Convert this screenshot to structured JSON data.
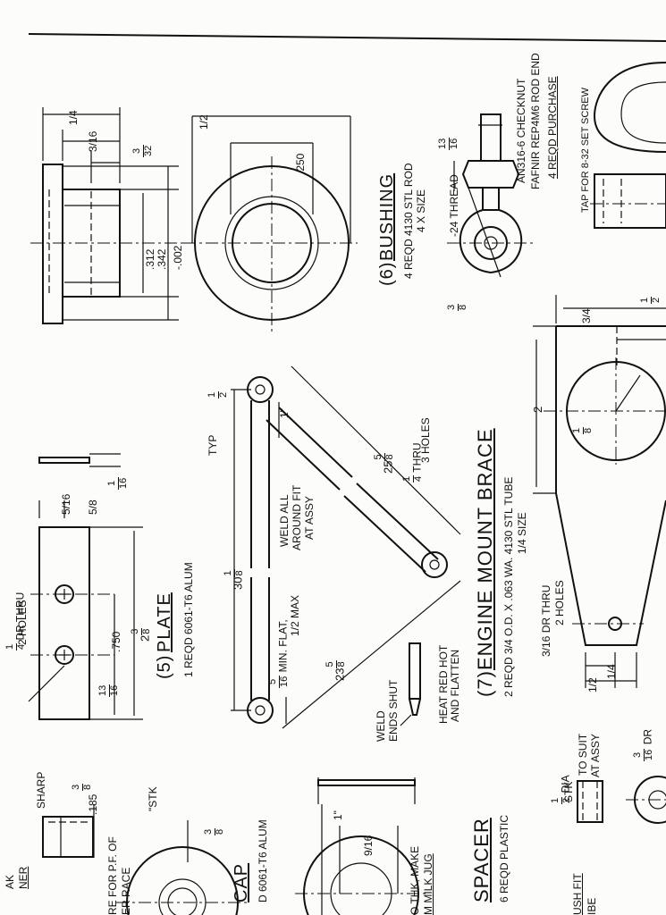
{
  "tap_note": "TAP FOR 8-32 SET SCREW",
  "bushing": {
    "number": "6",
    "title": "BUSHING",
    "spec": "4 REQD 4130 STL ROD",
    "size": "4 X SIZE",
    "dim_quarter": "1/4",
    "dim_three_sixteenths": "3/16",
    "dim_three_32_num": "3",
    "dim_three_32_den": "32",
    "dim_312": ".312",
    "dim_342": ".342",
    "dim_tol": "-.002",
    "dim_half": "1/2",
    "dim_250": ".250"
  },
  "rod_end": {
    "checknut": "AN316-6 CHECKNUT",
    "fafnir": "FAFNIR REP4M6 ROD END",
    "purchase": "4 REQD PURCHASE",
    "thread_num": "3",
    "thread_den": "8",
    "thread": "-24 THREAD",
    "dim_13_num": "13",
    "dim_13_den": "16"
  },
  "plate": {
    "number": "5",
    "title": "PLATE",
    "spec": "1 REQD 6061-T6 ALUM",
    "holes_num": "1",
    "holes_den": "4",
    "holes": "DR THRU",
    "holes2": "2 HOLES",
    "dim_5_16": "5/16",
    "dim_5_8": "5/8",
    "dim_1_num": "1",
    "dim_1_den": "16",
    "dim_750": ".750",
    "dim_2": "2",
    "dim_3_num": "3",
    "dim_3_den": "8",
    "dim_13_num": "13",
    "dim_13_den": "16"
  },
  "brace": {
    "number": "7",
    "title": "ENGINE MOUNT BRACE",
    "spec": "2 REQD  3/4 O.D. X .063 WA. 4130 STL TUBE",
    "size": "1/4 SIZE",
    "typ": "TYP",
    "typ_num": "1",
    "typ_den": "2",
    "dim_1": "1\"",
    "weld_all": "WELD ALL",
    "around_fit": "AROUND FIT",
    "at_assy": "AT ASSY",
    "thru_num": "1",
    "thru_den": "4",
    "thru": "THRU",
    "holes3": "3 HOLES",
    "dim_25": "25",
    "dim_25_num": "5",
    "dim_25_den": "8",
    "dim_30": "30",
    "dim_30_num": "1",
    "dim_30_den": "8",
    "min_flat_num": "5",
    "min_flat_den": "16",
    "min_flat": "MIN. FLAT,",
    "min_flat2": "1/2 MAX",
    "dim_23": "23",
    "dim_23_num": "5",
    "dim_23_den": "8",
    "heat": "HEAT RED HOT",
    "flatten": "AND FLATTEN",
    "weld": "WELD",
    "ends_shut": "ENDS SHUT"
  },
  "bracket": {
    "dim_half_num": "1",
    "dim_half_den": "2",
    "dim_3_4": "3/4",
    "dim_2": "2",
    "dim_r_num": "1",
    "dim_r_den": "8",
    "holes_dr": "3/16 DR THRU",
    "holes2": "2 HOLES",
    "dim_1_4": "1/4",
    "dim_1_2": "1/2"
  },
  "cap": {
    "title": "CAP",
    "spec": "D  6061-T6 ALUM",
    "sharp": "SHARP",
    "ak": "AK",
    "ner": "NER",
    "dim_3_8_num": "3",
    "dim_3_8_den": "8",
    "dim_185": ".185",
    "race1": "RE FOR P.F. OF",
    "race2": "ER  RACE",
    "stk": "\"STK",
    "dim_3_8b_num": "3",
    "dim_3_8b_den": "8"
  },
  "disk": {
    "dim_1": "1\"",
    "dim_9_16": "9/16",
    "note1": "O THK, MAKE",
    "note2": "M MILK JUG"
  },
  "spacer": {
    "title": "SPACER",
    "spec": "6 REQD  PLASTIC",
    "dia_num": "1",
    "dia_den": "2",
    "dia": "DIA",
    "stk": "STK",
    "to_suit": "TO SUIT",
    "at_assy": "AT ASSY",
    "dr_num": "3",
    "dr_den": "16",
    "dr": "DR",
    "push1": "USH FIT",
    "push2": "IBE"
  }
}
